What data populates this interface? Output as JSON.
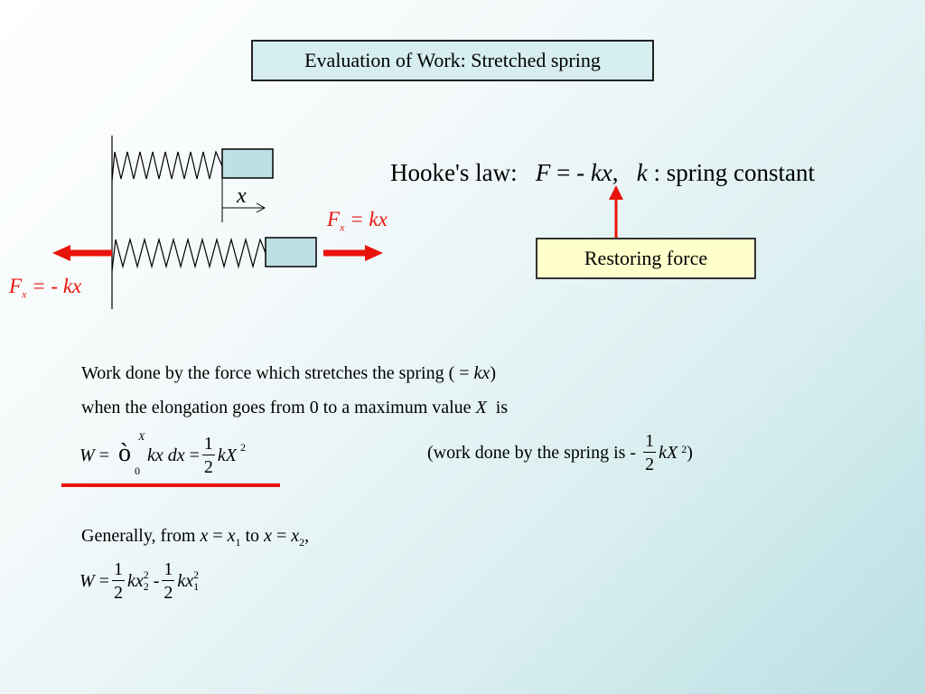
{
  "title": "Evaluation of Work: Stretched spring",
  "hooke": {
    "label": "Hooke's law:",
    "F": "F",
    "eq": "=",
    "minus": "-",
    "kx": "kx",
    "comma": ",",
    "k": "k",
    "colon": ":",
    "desc": "spring constant"
  },
  "restoring_label": "Restoring force",
  "diagram": {
    "x_label": "x",
    "force_right": {
      "F": "F",
      "sub": "x",
      "rest": "= kx"
    },
    "force_left": {
      "F": "F",
      "sub": "x",
      "rest": "= - kx"
    }
  },
  "line1": {
    "text": "Work done by the force which stretches the spring (",
    "eq": "=",
    "kx": "kx",
    "close": ")"
  },
  "line2": {
    "text": "when the elongation goes from 0 to a maximum value",
    "X": "X",
    "is": "is"
  },
  "eq1": {
    "W": "W",
    "eq": "=",
    "integral": "ò",
    "upper": "X",
    "lower": "0",
    "integrand": "kx dx",
    "eq2": "=",
    "num": "1",
    "den": "2",
    "kX": "kX",
    "exp": "2"
  },
  "eq1_note": {
    "open": "(work done by the spring is",
    "minus": "-",
    "num": "1",
    "den": "2",
    "kX": "kX",
    "exp": "2",
    "close": ")"
  },
  "line3": {
    "text": "Generally, from",
    "x": "x",
    "eq": "=",
    "x1": "x",
    "sub1": "1",
    "to": "to",
    "x_b": "x",
    "eq_b": "=",
    "x2": "x",
    "sub2": "2",
    "comma": ","
  },
  "eq2": {
    "W": "W",
    "eq": "=",
    "num1": "1",
    "den1": "2",
    "kx1": "kx",
    "sup1": "2",
    "sub1": "2",
    "minus": "-",
    "num2": "1",
    "den2": "2",
    "kx2": "kx",
    "sup2": "2",
    "sub2": "1"
  },
  "colors": {
    "accent_red": "#e8140c",
    "title_bg": "#d6eef0",
    "restoring_bg": "#ffffcc",
    "block_fill": "#bde0e4"
  }
}
